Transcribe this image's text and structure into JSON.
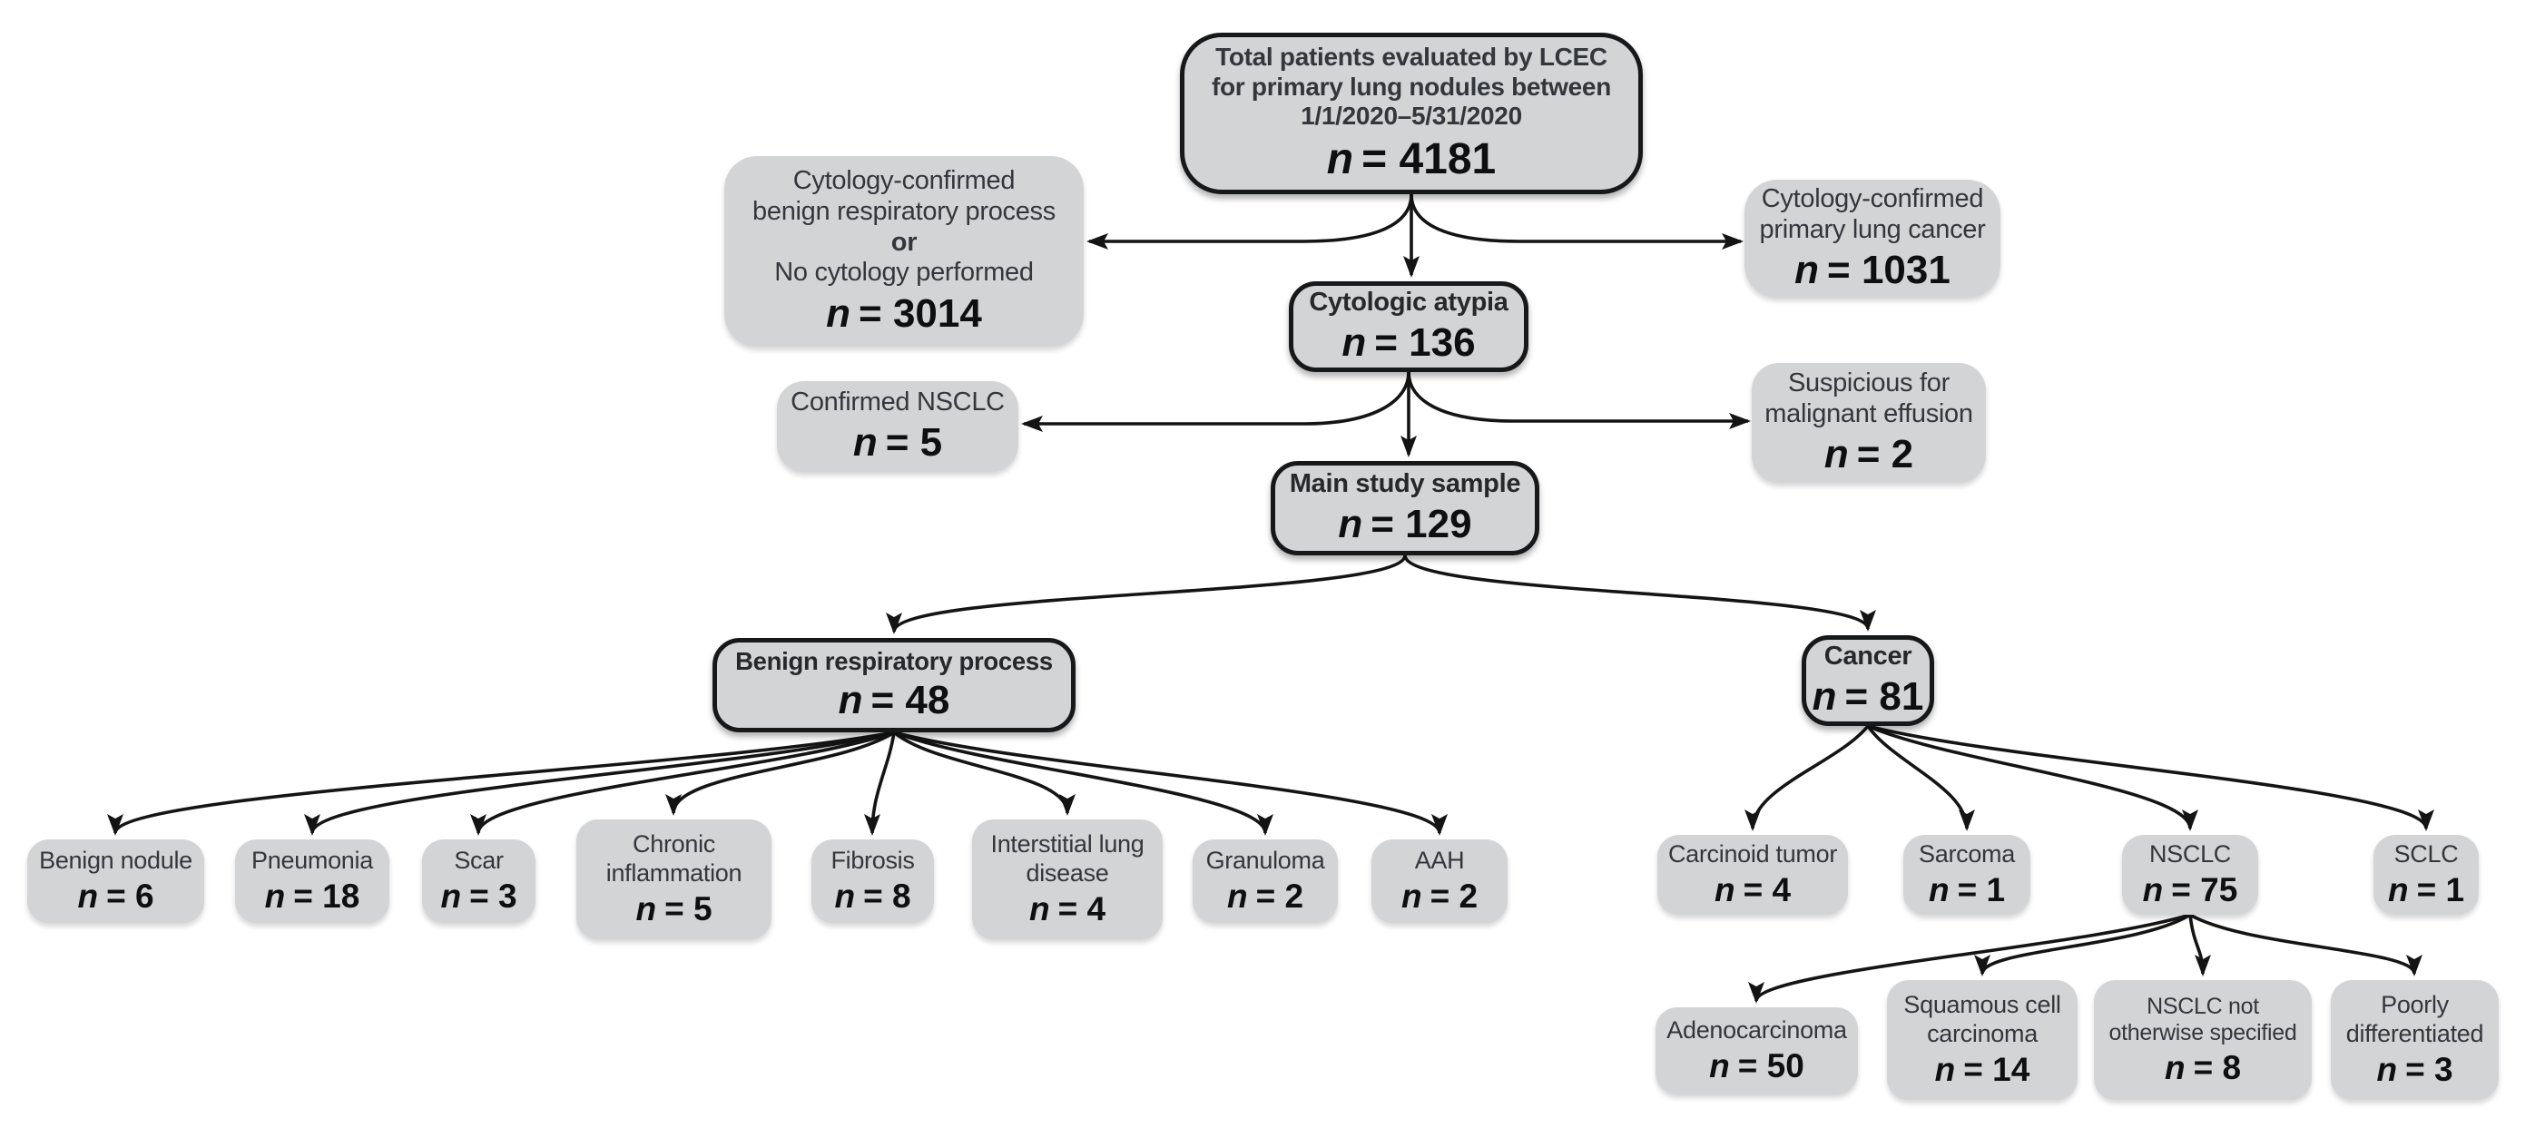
{
  "n_symbol": "n",
  "colors": {
    "box_fill": "#d3d4d6",
    "box_border": "#17181a",
    "arrow": "#141414",
    "label_text": "#33373c",
    "n_text": "#0e0f11",
    "background": "#ffffff"
  },
  "nodes": {
    "total": {
      "label": "Total patients evaluated by LCEC\nfor primary lung nodules between\n1/1/2020–5/31/2020",
      "n": "= 4181"
    },
    "no_cytology": {
      "label_top": "Cytology-confirmed\nbenign respiratory process",
      "or_word": "or",
      "label_bottom": "No cytology performed",
      "n": "= 3014"
    },
    "lung_cancer": {
      "label": "Cytology-confirmed\nprimary lung cancer",
      "n": "= 1031"
    },
    "atypia": {
      "label": "Cytologic atypia",
      "n": "= 136"
    },
    "confirmed_nsclc": {
      "label": "Confirmed NSCLC",
      "n": "= 5"
    },
    "effusion": {
      "label": "Suspicious for\nmalignant effusion",
      "n": "= 2"
    },
    "main_sample": {
      "label": "Main study sample",
      "n": "= 129"
    },
    "benign_process": {
      "label": "Benign respiratory process",
      "n": "= 48"
    },
    "cancer": {
      "label": "Cancer",
      "n": "= 81"
    },
    "benign_nodule": {
      "label": "Benign nodule",
      "n": "= 6"
    },
    "pneumonia": {
      "label": "Pneumonia",
      "n": "= 18"
    },
    "scar": {
      "label": "Scar",
      "n": "= 3"
    },
    "chronic_inflammation": {
      "label": "Chronic\ninflammation",
      "n": "= 5"
    },
    "fibrosis": {
      "label": "Fibrosis",
      "n": "= 8"
    },
    "ild": {
      "label": "Interstitial lung\ndisease",
      "n": "= 4"
    },
    "granuloma": {
      "label": "Granuloma",
      "n": "= 2"
    },
    "aah": {
      "label": "AAH",
      "n": "= 2"
    },
    "carcinoid": {
      "label": "Carcinoid tumor",
      "n": "= 4"
    },
    "sarcoma": {
      "label": "Sarcoma",
      "n": "= 1"
    },
    "nsclc": {
      "label": "NSCLC",
      "n": "= 75"
    },
    "sclc": {
      "label": "SCLC",
      "n": "= 1"
    },
    "adenocarcinoma": {
      "label": "Adenocarcinoma",
      "n": "= 50"
    },
    "squamous": {
      "label": "Squamous cell\ncarcinoma",
      "n": "= 14"
    },
    "nsclc_nos": {
      "label": "NSCLC not\notherwise specified",
      "n": "= 8"
    },
    "poorly_diff": {
      "label": "Poorly\ndifferentiated",
      "n": "= 3"
    }
  },
  "edges": [
    {
      "from": "total",
      "to": "no_cytology"
    },
    {
      "from": "total",
      "to": "atypia"
    },
    {
      "from": "total",
      "to": "lung_cancer"
    },
    {
      "from": "atypia",
      "to": "confirmed_nsclc"
    },
    {
      "from": "atypia",
      "to": "main_sample"
    },
    {
      "from": "atypia",
      "to": "effusion"
    },
    {
      "from": "main_sample",
      "to": "benign_process"
    },
    {
      "from": "main_sample",
      "to": "cancer"
    },
    {
      "from": "benign_process",
      "to": "benign_nodule"
    },
    {
      "from": "benign_process",
      "to": "pneumonia"
    },
    {
      "from": "benign_process",
      "to": "scar"
    },
    {
      "from": "benign_process",
      "to": "chronic_inflammation"
    },
    {
      "from": "benign_process",
      "to": "fibrosis"
    },
    {
      "from": "benign_process",
      "to": "ild"
    },
    {
      "from": "benign_process",
      "to": "granuloma"
    },
    {
      "from": "benign_process",
      "to": "aah"
    },
    {
      "from": "cancer",
      "to": "carcinoid"
    },
    {
      "from": "cancer",
      "to": "sarcoma"
    },
    {
      "from": "cancer",
      "to": "nsclc"
    },
    {
      "from": "cancer",
      "to": "sclc"
    },
    {
      "from": "nsclc",
      "to": "adenocarcinoma"
    },
    {
      "from": "nsclc",
      "to": "squamous"
    },
    {
      "from": "nsclc",
      "to": "nsclc_nos"
    },
    {
      "from": "nsclc",
      "to": "poorly_diff"
    }
  ]
}
